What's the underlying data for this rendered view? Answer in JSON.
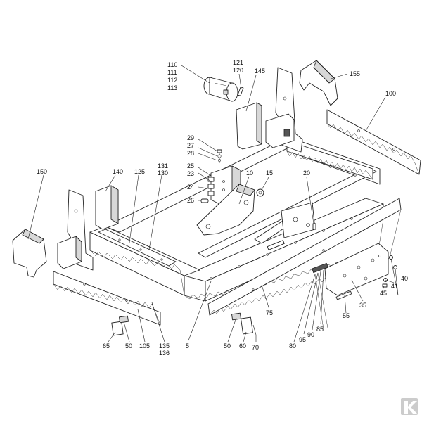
{
  "colors": {
    "line": "#222222",
    "shade": "#d8d8d8",
    "logo": "#cccccc",
    "background": "#ffffff"
  },
  "watermark_icon": "k-logo-icon",
  "callouts": {
    "p110": "110",
    "p111": "111",
    "p112": "112",
    "p113": "113",
    "p121": "121",
    "p120": "120",
    "p145": "145",
    "p155": "155",
    "p100": "100",
    "p29": "29",
    "p27": "27",
    "p28": "28",
    "p25": "25",
    "p23": "23",
    "p24": "24",
    "p26": "26",
    "p10": "10",
    "p15": "15",
    "p20": "20",
    "p150": "150",
    "p140": "140",
    "p125": "125",
    "p131": "131",
    "p130": "130",
    "p40": "40",
    "p41": "41",
    "p45": "45",
    "p35": "35",
    "p55": "55",
    "p80": "80",
    "p95": "95",
    "p90": "90",
    "p85": "85",
    "p75": "75",
    "p5": "5",
    "p135": "135",
    "p136": "136",
    "p105": "105",
    "p65": "65",
    "p50a": "50",
    "p50b": "50",
    "p60": "60",
    "p70": "70"
  }
}
